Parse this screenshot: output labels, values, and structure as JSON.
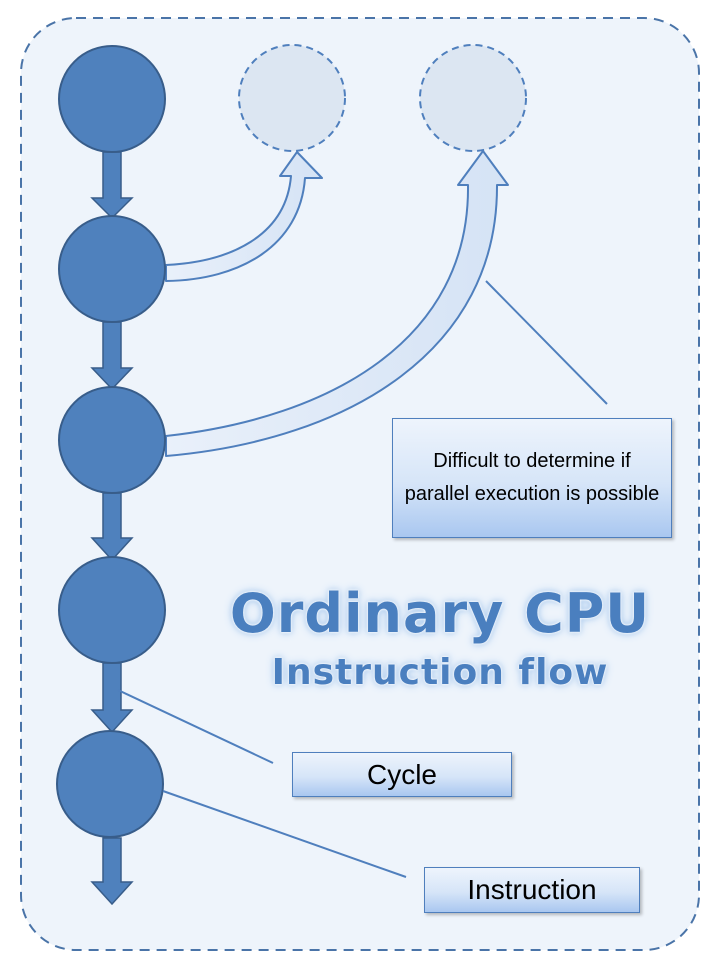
{
  "diagram": {
    "title": "Ordinary CPU",
    "subtitle": "Instruction flow",
    "note": "Difficult to determine if parallel execution is possible",
    "labels": {
      "cycle": "Cycle",
      "instruction": "Instruction"
    },
    "instruction_count": 5,
    "parallel_slot_count": 2
  },
  "colors": {
    "node_fill": "#4f81bd",
    "node_stroke": "#385d8a",
    "ghost_fill": "#dce6f2",
    "ghost_stroke": "#4f7fbd",
    "panel_fill": "#eef4fb",
    "panel_stroke": "#4a74a8",
    "title": "#4a7fbf"
  }
}
